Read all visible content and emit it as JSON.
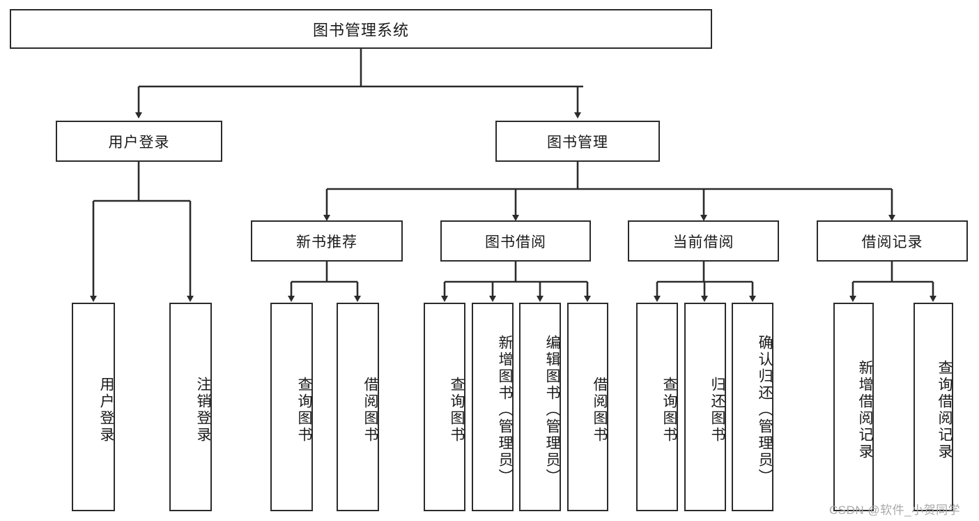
{
  "diagram": {
    "title": "图书管理系统",
    "type": "functional-structure-tree",
    "root": {
      "label": "图书管理系统"
    },
    "level1": [
      {
        "label": "用户登录"
      },
      {
        "label": "图书管理"
      }
    ],
    "level2": [
      {
        "label": "新书推荐"
      },
      {
        "label": "图书借阅"
      },
      {
        "label": "当前借阅"
      },
      {
        "label": "借阅记录"
      }
    ],
    "leaves": {
      "user_login": [
        {
          "label": "用户登录"
        },
        {
          "label": "注销登录"
        }
      ],
      "new_book_recommend": [
        {
          "label": "查询图书"
        },
        {
          "label": "借阅图书"
        }
      ],
      "book_borrow": [
        {
          "label": "查询图书"
        },
        {
          "label": "新增图书（管理员）"
        },
        {
          "label": "编辑图书（管理员）"
        },
        {
          "label": "借阅图书"
        }
      ],
      "current_borrow": [
        {
          "label": "查询图书"
        },
        {
          "label": "归还图书"
        },
        {
          "label": "确认归还（管理员）"
        }
      ],
      "borrow_record": [
        {
          "label": "新增借阅记录"
        },
        {
          "label": "查询借阅记录"
        }
      ]
    }
  },
  "watermark": {
    "text": "CSDN @软件_小贺同学"
  },
  "colors": {
    "stroke": "#2b2b2b",
    "fill": "#ffffff",
    "text": "#1a1a1a",
    "watermark": "#a9a9a9"
  }
}
